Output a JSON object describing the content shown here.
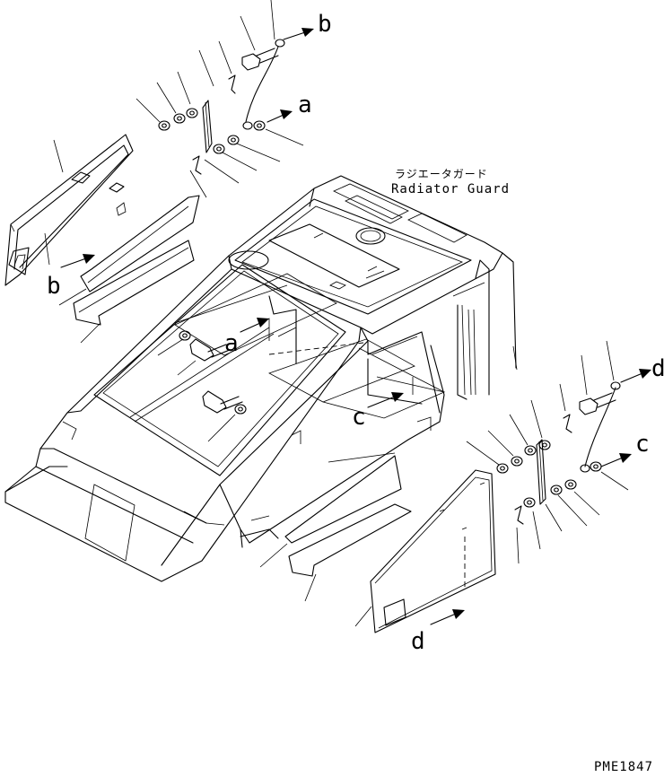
{
  "title_jp": "ラジエータガード",
  "title_en": "Radiator Guard",
  "drawing_code": "PME1847",
  "ref_marks": {
    "b_top": "b",
    "a_top": "a",
    "b_left": "b",
    "a_mid": "a",
    "c_mid": "c",
    "d_right": "d",
    "c_right": "c",
    "d_bottom": "d"
  },
  "colors": {
    "line": "#000000",
    "background": "#ffffff"
  }
}
